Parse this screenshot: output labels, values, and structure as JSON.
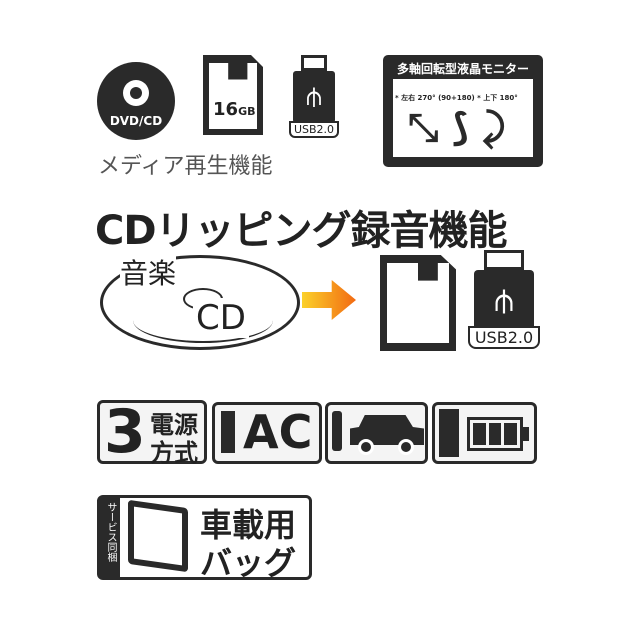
{
  "media": {
    "disc_label": "DVD/CD",
    "sd_label": "16",
    "sd_unit": "GB",
    "usb_label": "USB2.0",
    "caption": "メディア再生機能"
  },
  "monitor": {
    "title": "多軸回転型液晶モニター",
    "spec_lr": "* 左右 270° (90+180)",
    "spec_ud": "* 上下 180°"
  },
  "ripping": {
    "title": "CDリッピング録音機能",
    "disc_music": "音楽",
    "disc_cd": "CD",
    "usb_label": "USB2.0",
    "arrow_color": "#f59a1b"
  },
  "power": {
    "number": "3",
    "label_top": "電源",
    "label_bottom": "方式",
    "ac_label": "AC"
  },
  "bag": {
    "side_label": "サービス同梱",
    "title_top": "車載用",
    "title_bottom": "バッグ"
  }
}
